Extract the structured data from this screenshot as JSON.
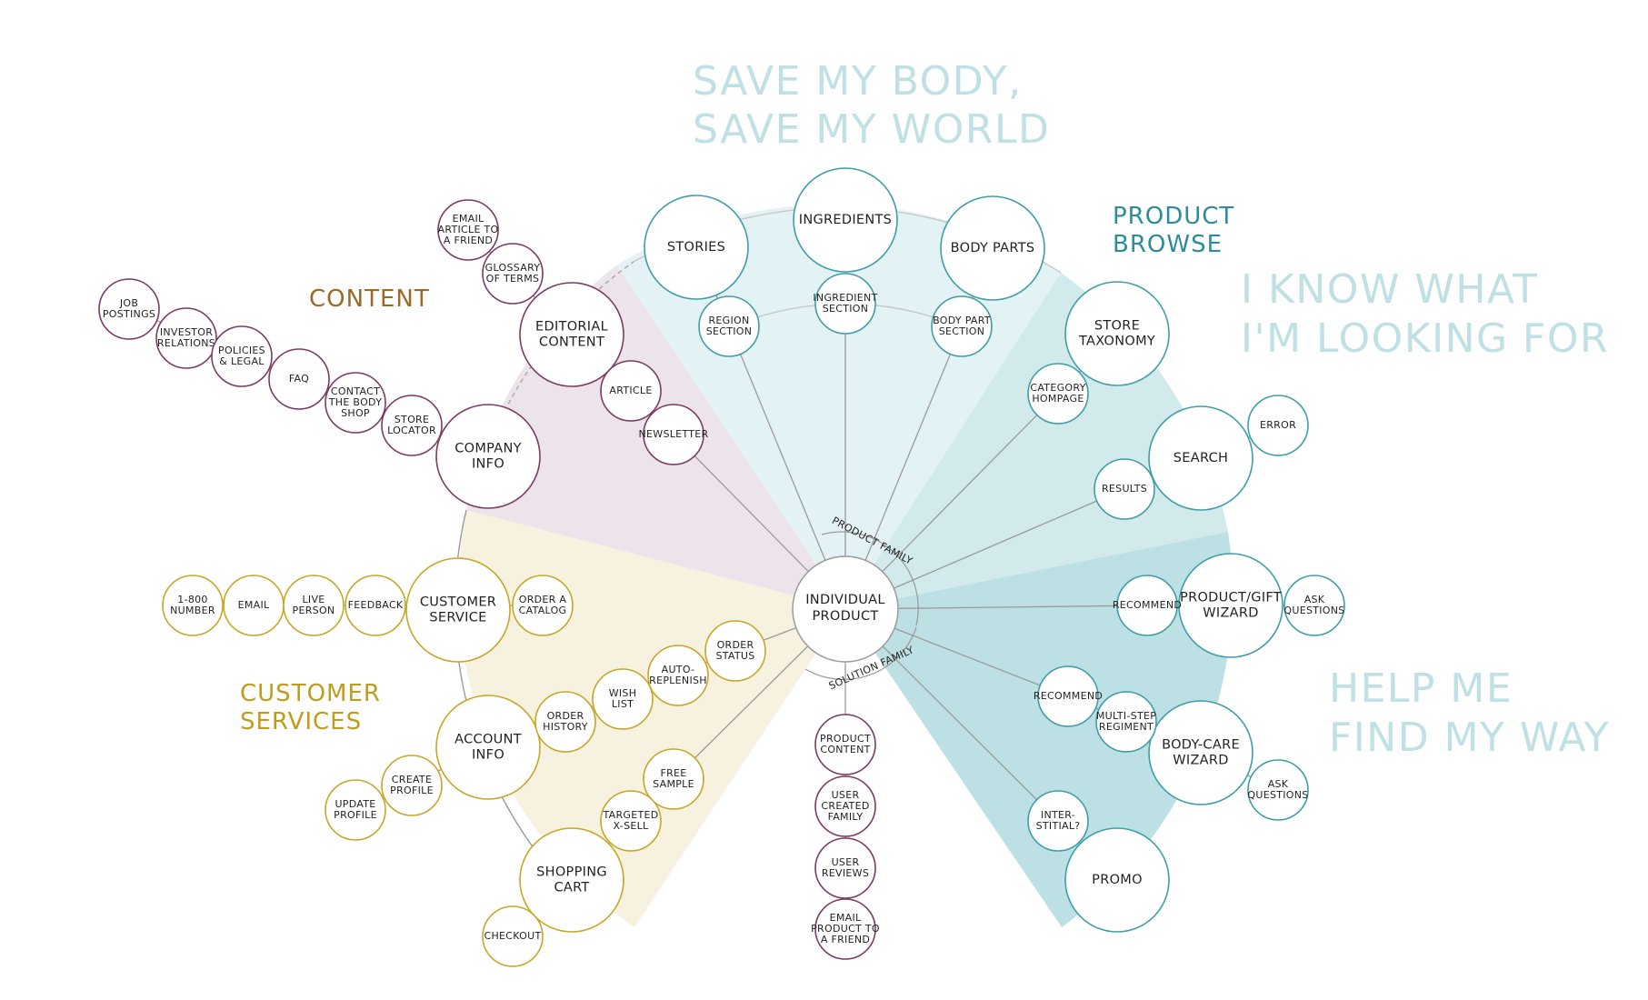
{
  "colors": {
    "content": "#7a3c63",
    "customer": "#c7a628",
    "product": "#3e9ea8",
    "teal_text": "#2d8c99",
    "light_text": "#bfe0e4",
    "content_text": "#9a6a25",
    "customer_text": "#c19b1b",
    "spoke": "#9a9a9a"
  },
  "headings": {
    "save_world": [
      "SAVE MY BODY,",
      "SAVE MY WORLD"
    ],
    "product_browse": [
      "PRODUCT",
      "BROWSE"
    ],
    "know_looking": [
      "I KNOW WHAT",
      "I'M LOOKING FOR"
    ],
    "help_find": [
      "HELP ME",
      "FIND MY WAY"
    ],
    "content": [
      "CONTENT"
    ],
    "customer_services": [
      "CUSTOMER",
      "SERVICES"
    ]
  },
  "center": {
    "label": [
      "INDIVIDUAL",
      "PRODUCT"
    ],
    "arc_top": "PRODUCT FAMILY",
    "arc_bottom": "SOLUTION FAMILY"
  },
  "nodes": [
    {
      "id": "stories",
      "lines": [
        "STORIES"
      ],
      "g": "product",
      "big": true
    },
    {
      "id": "ingredients",
      "lines": [
        "INGREDIENTS"
      ],
      "g": "product",
      "big": true
    },
    {
      "id": "body-parts",
      "lines": [
        "BODY PARTS"
      ],
      "g": "product",
      "big": true
    },
    {
      "id": "region-section",
      "lines": [
        "REGION",
        "SECTION"
      ],
      "g": "product"
    },
    {
      "id": "ingredient-section",
      "lines": [
        "INGREDIENT",
        "SECTION"
      ],
      "g": "product"
    },
    {
      "id": "body-part-section",
      "lines": [
        "BODY PART",
        "SECTION"
      ],
      "g": "product"
    },
    {
      "id": "store-taxonomy",
      "lines": [
        "STORE",
        "TAXONOMY"
      ],
      "g": "product",
      "big": true
    },
    {
      "id": "category-homepage",
      "lines": [
        "CATEGORY",
        "HOMPAGE"
      ],
      "g": "product"
    },
    {
      "id": "search",
      "lines": [
        "SEARCH"
      ],
      "g": "product",
      "big": true
    },
    {
      "id": "error",
      "lines": [
        "ERROR"
      ],
      "g": "product"
    },
    {
      "id": "results",
      "lines": [
        "RESULTS"
      ],
      "g": "product"
    },
    {
      "id": "product-gift-wizard",
      "lines": [
        "PRODUCT/GIFT",
        "WIZARD"
      ],
      "g": "product",
      "big": true
    },
    {
      "id": "recommend-1",
      "lines": [
        "RECOMMEND"
      ],
      "g": "product"
    },
    {
      "id": "ask-questions-1",
      "lines": [
        "ASK",
        "QUESTIONS"
      ],
      "g": "product"
    },
    {
      "id": "body-care-wizard",
      "lines": [
        "BODY-CARE",
        "WIZARD"
      ],
      "g": "product",
      "big": true
    },
    {
      "id": "recommend-2",
      "lines": [
        "RECOMMEND"
      ],
      "g": "product"
    },
    {
      "id": "multi-step-regiment",
      "lines": [
        "MULTI-STEP",
        "REGIMENT"
      ],
      "g": "product"
    },
    {
      "id": "ask-questions-2",
      "lines": [
        "ASK",
        "QUESTIONS"
      ],
      "g": "product"
    },
    {
      "id": "interstitial",
      "lines": [
        "INTER-",
        "STITIAL?"
      ],
      "g": "product"
    },
    {
      "id": "promo",
      "lines": [
        "PROMO"
      ],
      "g": "product",
      "big": true
    },
    {
      "id": "editorial-content",
      "lines": [
        "EDITORIAL",
        "CONTENT"
      ],
      "g": "content",
      "big": true
    },
    {
      "id": "email-article",
      "lines": [
        "EMAIL",
        "ARTICLE TO",
        "A FRIEND"
      ],
      "g": "content"
    },
    {
      "id": "glossary-of-terms",
      "lines": [
        "GLOSSARY",
        "OF TERMS"
      ],
      "g": "content"
    },
    {
      "id": "article",
      "lines": [
        "ARTICLE"
      ],
      "g": "content"
    },
    {
      "id": "newsletter",
      "lines": [
        "NEWSLETTER"
      ],
      "g": "content"
    },
    {
      "id": "company-info",
      "lines": [
        "COMPANY",
        "INFO"
      ],
      "g": "content",
      "big": true
    },
    {
      "id": "job-postings",
      "lines": [
        "JOB",
        "POSTINGS"
      ],
      "g": "content"
    },
    {
      "id": "investor-relations",
      "lines": [
        "INVESTOR",
        "RELATIONS"
      ],
      "g": "content"
    },
    {
      "id": "policies-legal",
      "lines": [
        "POLICIES",
        "& LEGAL"
      ],
      "g": "content"
    },
    {
      "id": "faq",
      "lines": [
        "FAQ"
      ],
      "g": "content"
    },
    {
      "id": "contact-body-shop",
      "lines": [
        "CONTACT",
        "THE BODY",
        "SHOP"
      ],
      "g": "content"
    },
    {
      "id": "store-locator",
      "lines": [
        "STORE",
        "LOCATOR"
      ],
      "g": "content"
    },
    {
      "id": "customer-service",
      "lines": [
        "CUSTOMER",
        "SERVICE"
      ],
      "g": "customer",
      "big": true
    },
    {
      "id": "number-1800",
      "lines": [
        "1-800",
        "NUMBER"
      ],
      "g": "customer"
    },
    {
      "id": "email",
      "lines": [
        "EMAIL"
      ],
      "g": "customer"
    },
    {
      "id": "live-person",
      "lines": [
        "LIVE",
        "PERSON"
      ],
      "g": "customer"
    },
    {
      "id": "feedback",
      "lines": [
        "FEEDBACK"
      ],
      "g": "customer"
    },
    {
      "id": "order-catalog",
      "lines": [
        "ORDER A",
        "CATALOG"
      ],
      "g": "customer"
    },
    {
      "id": "account-info",
      "lines": [
        "ACCOUNT",
        "INFO"
      ],
      "g": "customer",
      "big": true
    },
    {
      "id": "create-profile",
      "lines": [
        "CREATE",
        "PROFILE"
      ],
      "g": "customer"
    },
    {
      "id": "update-profile",
      "lines": [
        "UPDATE",
        "PROFILE"
      ],
      "g": "customer"
    },
    {
      "id": "order-history",
      "lines": [
        "ORDER",
        "HISTORY"
      ],
      "g": "customer"
    },
    {
      "id": "wish-list",
      "lines": [
        "WISH",
        "LIST"
      ],
      "g": "customer"
    },
    {
      "id": "auto-replenish",
      "lines": [
        "AUTO-",
        "REPLENISH"
      ],
      "g": "customer"
    },
    {
      "id": "order-status",
      "lines": [
        "ORDER",
        "STATUS"
      ],
      "g": "customer"
    },
    {
      "id": "free-sample",
      "lines": [
        "FREE",
        "SAMPLE"
      ],
      "g": "customer"
    },
    {
      "id": "targeted-xsell",
      "lines": [
        "TARGETED",
        "X-SELL"
      ],
      "g": "customer"
    },
    {
      "id": "shopping-cart",
      "lines": [
        "SHOPPING",
        "CART"
      ],
      "g": "customer",
      "big": true
    },
    {
      "id": "checkout",
      "lines": [
        "CHECKOUT"
      ],
      "g": "customer"
    },
    {
      "id": "product-content",
      "lines": [
        "PRODUCT",
        "CONTENT"
      ],
      "g": "content"
    },
    {
      "id": "user-created-family",
      "lines": [
        "USER",
        "CREATED",
        "FAMILY"
      ],
      "g": "content"
    },
    {
      "id": "user-reviews",
      "lines": [
        "USER",
        "REVIEWS"
      ],
      "g": "content"
    },
    {
      "id": "email-product",
      "lines": [
        "EMAIL",
        "PRODUCT TO",
        "A FRIEND"
      ],
      "g": "content"
    }
  ]
}
